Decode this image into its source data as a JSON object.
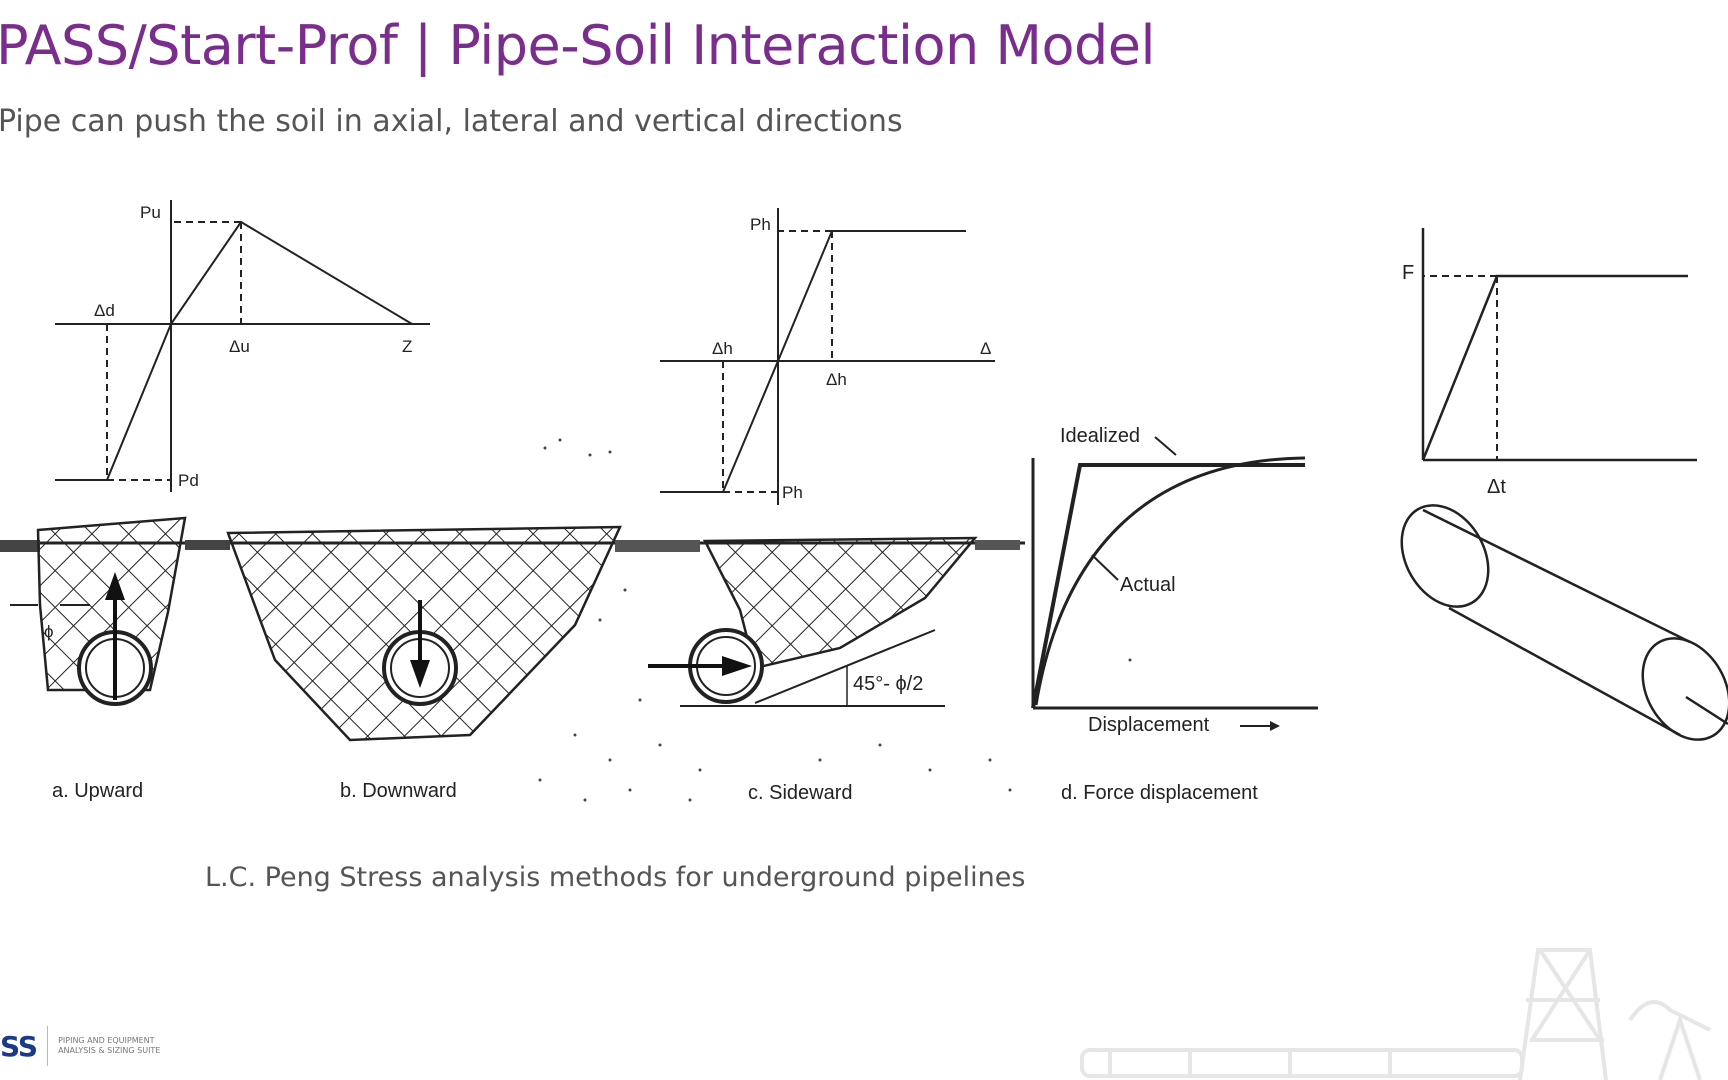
{
  "slide": {
    "title": "PASS/Start-Prof | Pipe-Soil Interaction Model",
    "subtitle": "Pipe can push the soil in axial, lateral and vertical directions",
    "caption": "L.C. Peng Stress analysis methods for underground pipelines"
  },
  "figure": {
    "upward_graph": {
      "pu": "Pu",
      "delta_d": "Δd",
      "delta_u": "Δu",
      "z": "Z",
      "pd": "Pd"
    },
    "sideward_graph": {
      "ph_top": "Ph",
      "delta_h_left": "Δh",
      "delta": "Δ",
      "delta_h_right": "Δh",
      "ph_bottom": "Ph"
    },
    "force_graph": {
      "idealized": "Idealized",
      "actual": "Actual",
      "displacement": "Displacement",
      "angle": "45°- ϕ/2",
      "phi": "ϕ"
    },
    "axial_graph": {
      "f": "F",
      "delta_t": "Δt"
    },
    "labels": {
      "upward": "a. Upward",
      "downward": "b. Downward",
      "sideward": "c. Sideward",
      "force_displacement": "d. Force displacement"
    }
  },
  "logo": {
    "mark": "SS",
    "tagline_1": "PIPING AND EQUIPMENT",
    "tagline_2": "ANALYSIS & SIZING SUITE"
  },
  "colors": {
    "title": "#7b2d8e",
    "text": "#555555",
    "logo": "#1b3a8a"
  }
}
